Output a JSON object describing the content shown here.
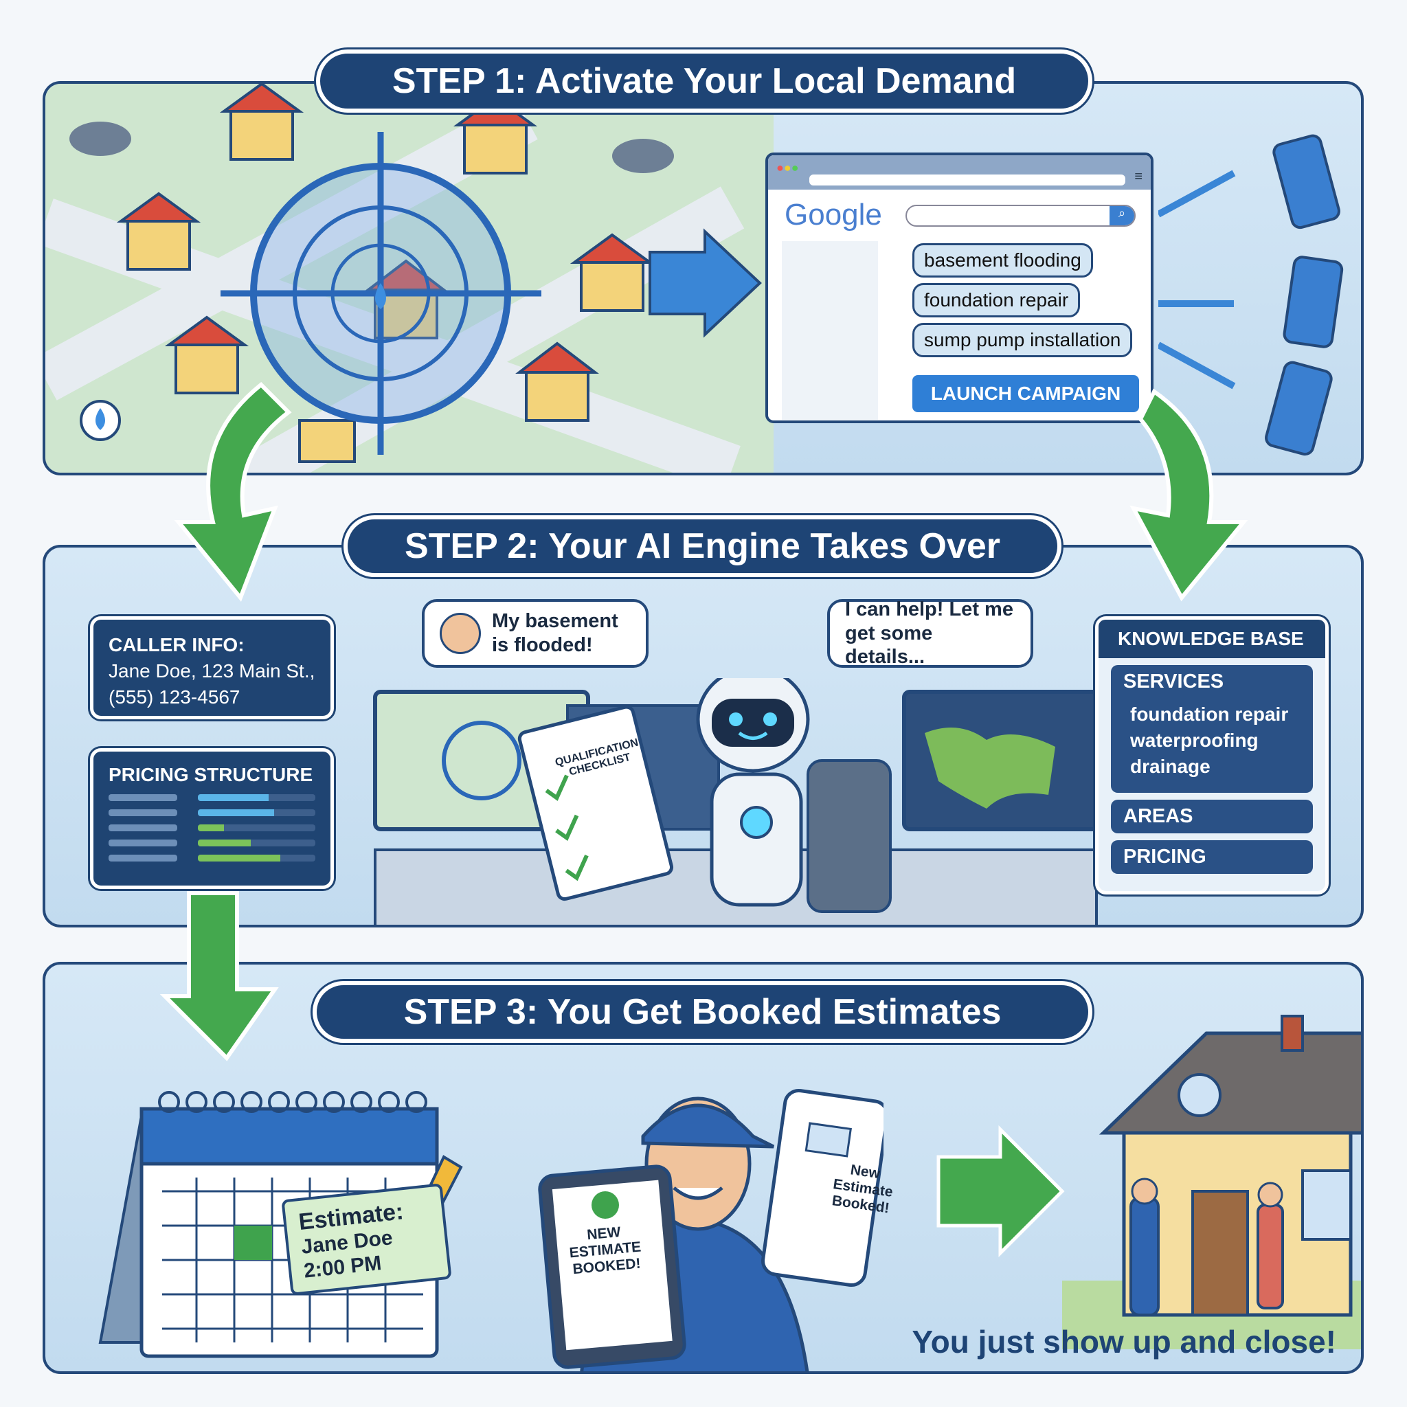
{
  "step1": {
    "title": "STEP 1: Activate Your Local Demand",
    "browser": {
      "logo": "Google",
      "keywords": [
        "basement flooding",
        "foundation repair",
        "sump pump installation"
      ],
      "launch_button": "LAUNCH CAMPAIGN"
    }
  },
  "step2": {
    "title": "STEP 2: Your AI Engine Takes Over",
    "caller_info": {
      "label": "CALLER INFO:",
      "line1": "Jane Doe, 123 Main St.,",
      "line2": "(555) 123-4567"
    },
    "pricing": {
      "label": "PRICING STRUCTURE",
      "bar_fills": [
        0.6,
        0.65,
        0.22,
        0.45,
        0.7
      ]
    },
    "caller_bubble": {
      "line1": "My basement",
      "line2": "is flooded!"
    },
    "ai_bubble": {
      "line1": "I can help! Let me",
      "line2": "get some details..."
    },
    "checklist": {
      "title": "QUALIFICATION CHECKLIST"
    },
    "knowledge_base": {
      "title": "KNOWLEDGE BASE",
      "services_label": "SERVICES",
      "services": [
        "foundation repair",
        "waterproofing",
        "drainage"
      ],
      "areas_label": "AREAS",
      "pricing_label": "PRICING"
    }
  },
  "step3": {
    "title": "STEP 3: You Get Booked Estimates",
    "calendar_note": {
      "line1": "Estimate:",
      "line2": "Jane Doe",
      "line3": "2:00 PM"
    },
    "tablet_text": {
      "line1": "NEW",
      "line2": "ESTIMATE",
      "line3": "BOOKED!"
    },
    "phone_text": {
      "line1": "New",
      "line2": "Estimate",
      "line3": "Booked!"
    },
    "tagline": "You just show up and close!"
  },
  "colors": {
    "navy": "#1e4475",
    "accent_blue": "#2f7fd6",
    "green": "#3fa34d",
    "panel_bg": "#d0e4f4"
  }
}
